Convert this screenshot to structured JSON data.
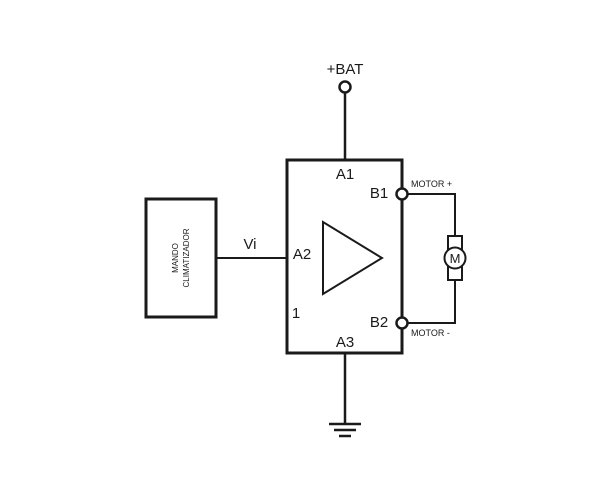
{
  "supply": {
    "label": "+BAT"
  },
  "controller": {
    "line1": "MANDO",
    "line2": "CLIMATIZADOR"
  },
  "signal": {
    "label": "Vi"
  },
  "amplifier": {
    "pins": {
      "a1": "A1",
      "a2": "A2",
      "a3": "A3",
      "b1": "B1",
      "b2": "B2"
    },
    "number": "1"
  },
  "motor": {
    "symbol": "M",
    "plus_label": "MOTOR +",
    "minus_label": "MOTOR -"
  },
  "colors": {
    "ink": "#1a1a1a",
    "background": "#ffffff"
  }
}
